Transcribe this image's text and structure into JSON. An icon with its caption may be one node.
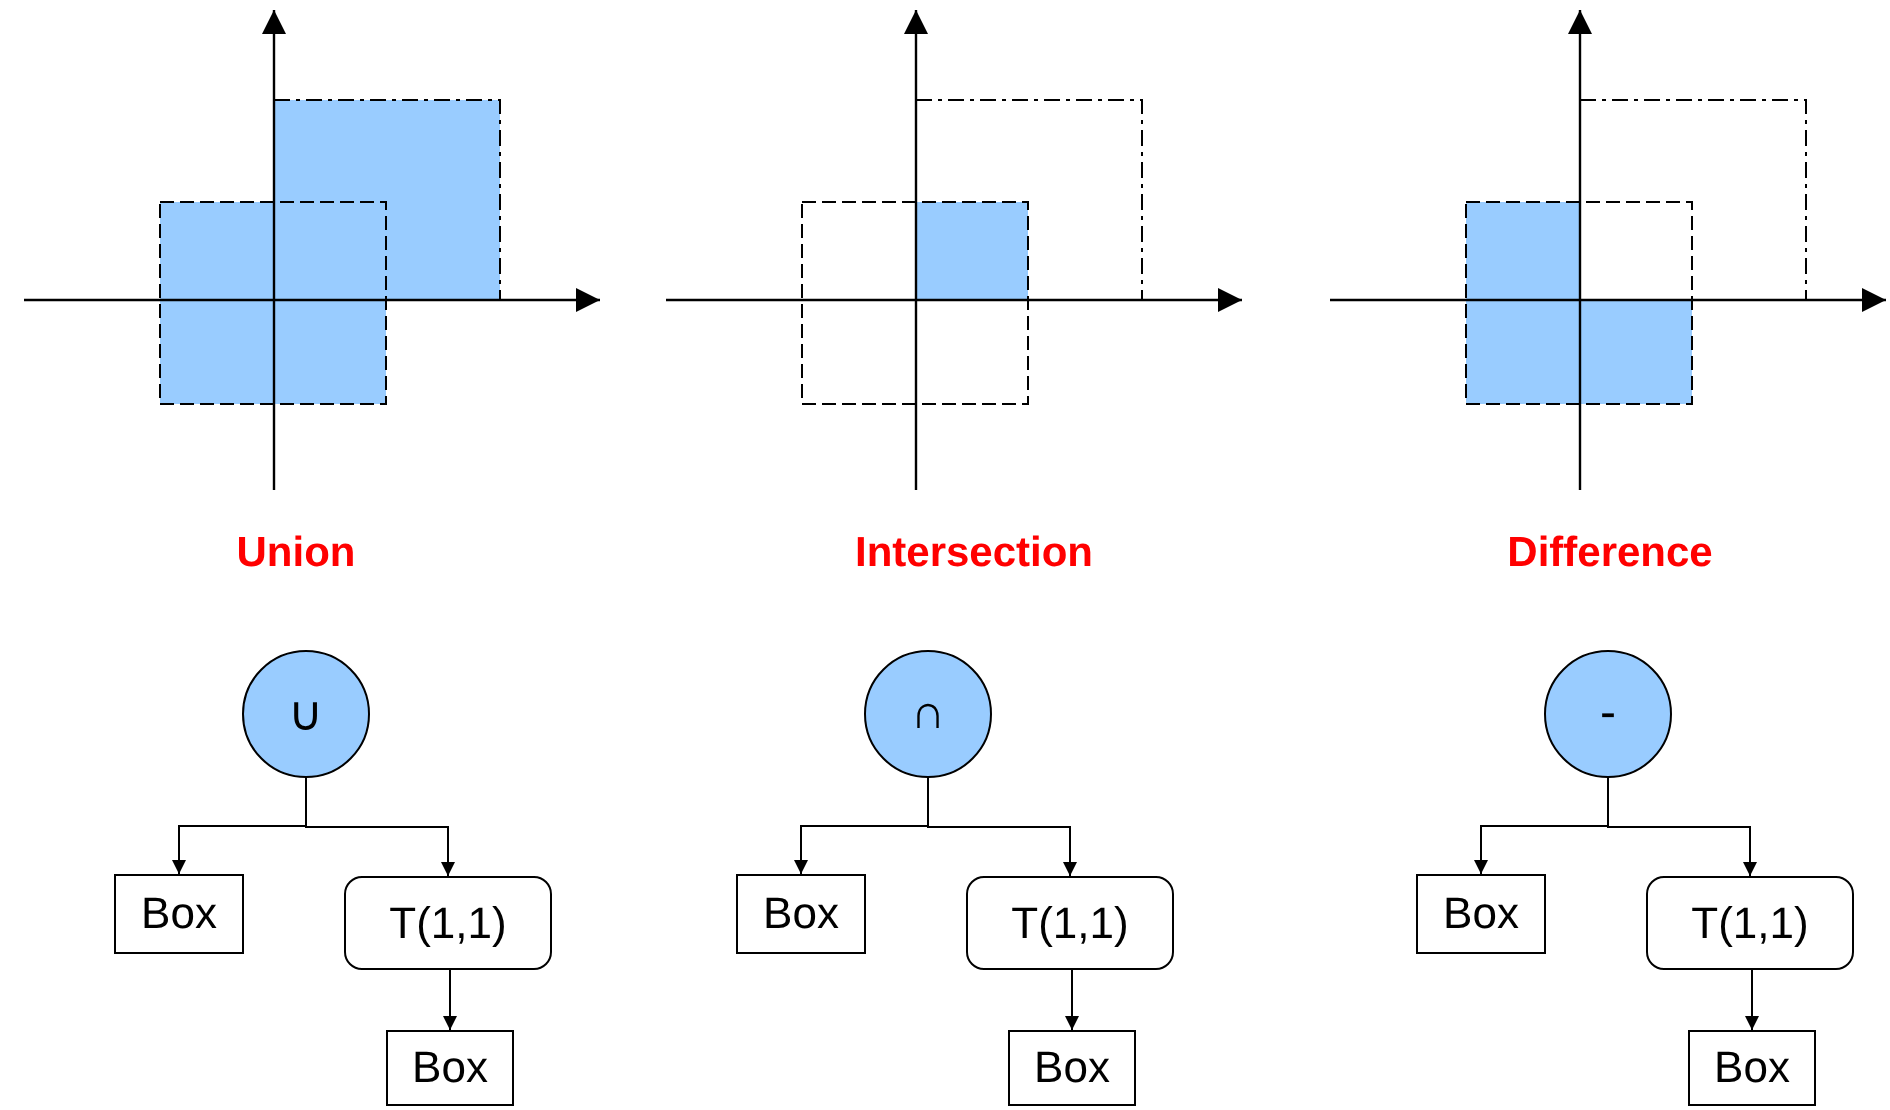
{
  "diagram": {
    "nodes": [
      {
        "text": [
          "∪"
        ]
      },
      {
        "text": [
          "Box"
        ]
      },
      {
        "text": [
          "T(1,1)"
        ]
      },
      {
        "text": [
          "Box"
        ]
      },
      {
        "text": [
          "∩"
        ]
      },
      {
        "text": [
          "Box"
        ]
      },
      {
        "text": [
          "T(1,1)"
        ]
      },
      {
        "text": [
          "Box"
        ]
      },
      {
        "text": [
          "-"
        ]
      },
      {
        "text": [
          "Box"
        ]
      },
      {
        "text": [
          "T(1,1)"
        ]
      },
      {
        "text": [
          "Box"
        ]
      }
    ],
    "edges": [
      {
        "from": 0,
        "to": 1,
        "arrow": "to"
      },
      {
        "from": 0,
        "to": 2,
        "arrow": "to"
      },
      {
        "from": 2,
        "to": 3,
        "arrow": "to"
      },
      {
        "from": 4,
        "to": 5,
        "arrow": "to"
      },
      {
        "from": 4,
        "to": 6,
        "arrow": "to"
      },
      {
        "from": 6,
        "to": 7,
        "arrow": "to"
      },
      {
        "from": 8,
        "to": 9,
        "arrow": "to"
      },
      {
        "from": 8,
        "to": 10,
        "arrow": "to"
      },
      {
        "from": 10,
        "to": 11,
        "arrow": "to"
      }
    ],
    "labels": [
      "Union",
      "Intersection",
      "Difference"
    ]
  }
}
